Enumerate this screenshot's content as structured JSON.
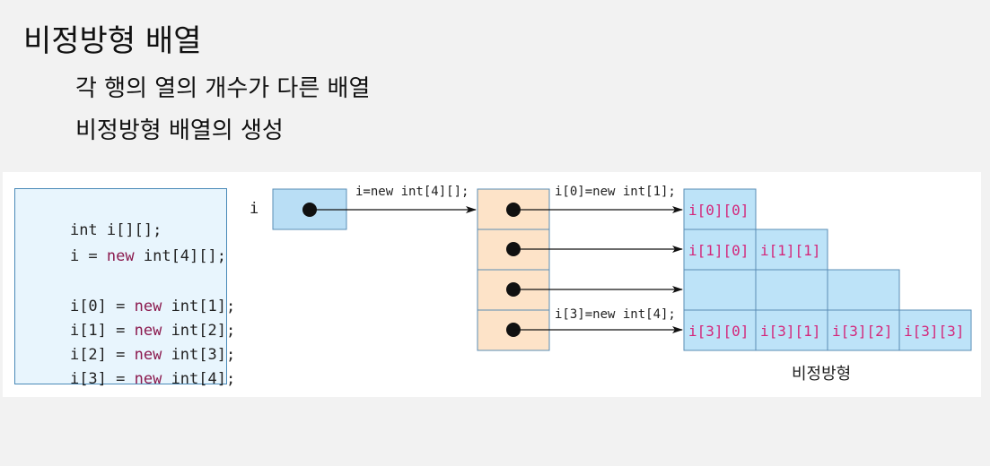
{
  "title": "비정방형 배열",
  "bullets": [
    "각 행의 열의 개수가 다른 배열",
    "비정방형 배열의 생성"
  ],
  "code": {
    "lines": [
      [
        "int i[][];"
      ],
      [
        "i = ",
        "new",
        " int[4][];"
      ],
      [
        "i[0] = ",
        "new",
        " int[1];"
      ],
      [
        "i[1] = ",
        "new",
        " int[2];"
      ],
      [
        "i[2] = ",
        "new",
        " int[3];"
      ],
      [
        "i[3] = ",
        "new",
        " int[4];"
      ]
    ]
  },
  "diagram": {
    "var_label": "i",
    "arrow_labels": {
      "alloc_rows": "i=new int[4][];",
      "row0": "i[0]=new int[1];",
      "row3": "i[3]=new int[4];"
    },
    "cells": [
      [
        "i[0][0]"
      ],
      [
        "i[1][0]",
        "i[1][1]"
      ],
      [
        "",
        "",
        ""
      ],
      [
        "i[3][0]",
        "i[3][1]",
        "i[3][2]",
        "i[3][3]"
      ]
    ],
    "caption": "비정방형",
    "colors": {
      "ref_box": "#b9def5",
      "row_ref": "#fde3c8",
      "cell": "#bde3f8",
      "cell_text": "#d4267a",
      "border": "#5a8db5"
    }
  }
}
